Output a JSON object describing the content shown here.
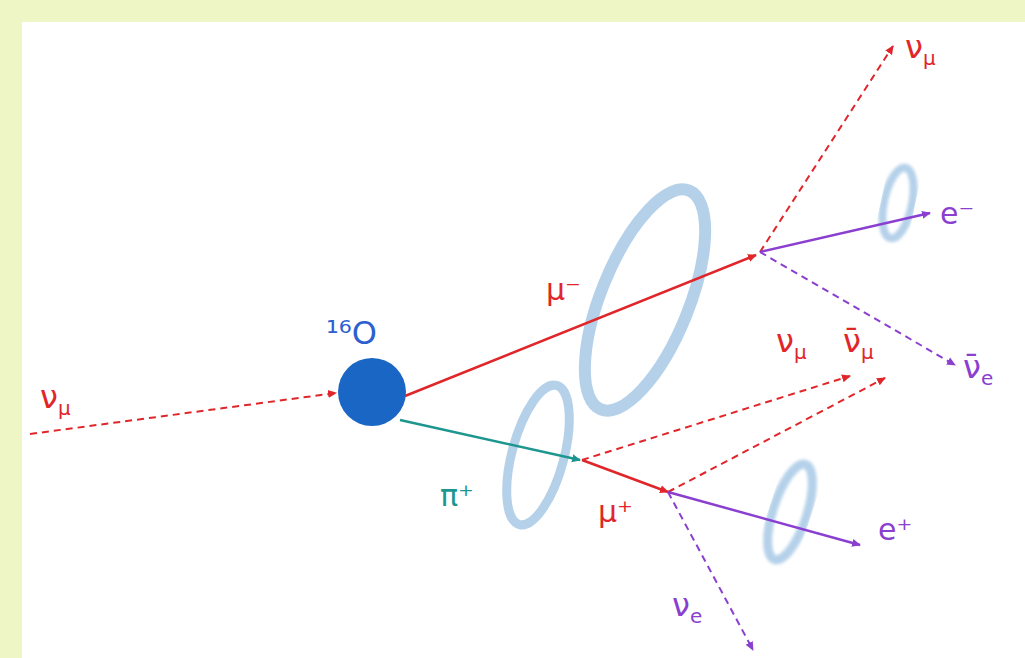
{
  "diagram": {
    "labels": [
      "νμ",
      "¹⁶O",
      "μ⁻",
      "νμ",
      "e⁻",
      "ν̄e",
      "π⁺",
      "νμ",
      "ν̄μ",
      "μ⁺",
      "e⁺",
      "νe"
    ]
  }
}
